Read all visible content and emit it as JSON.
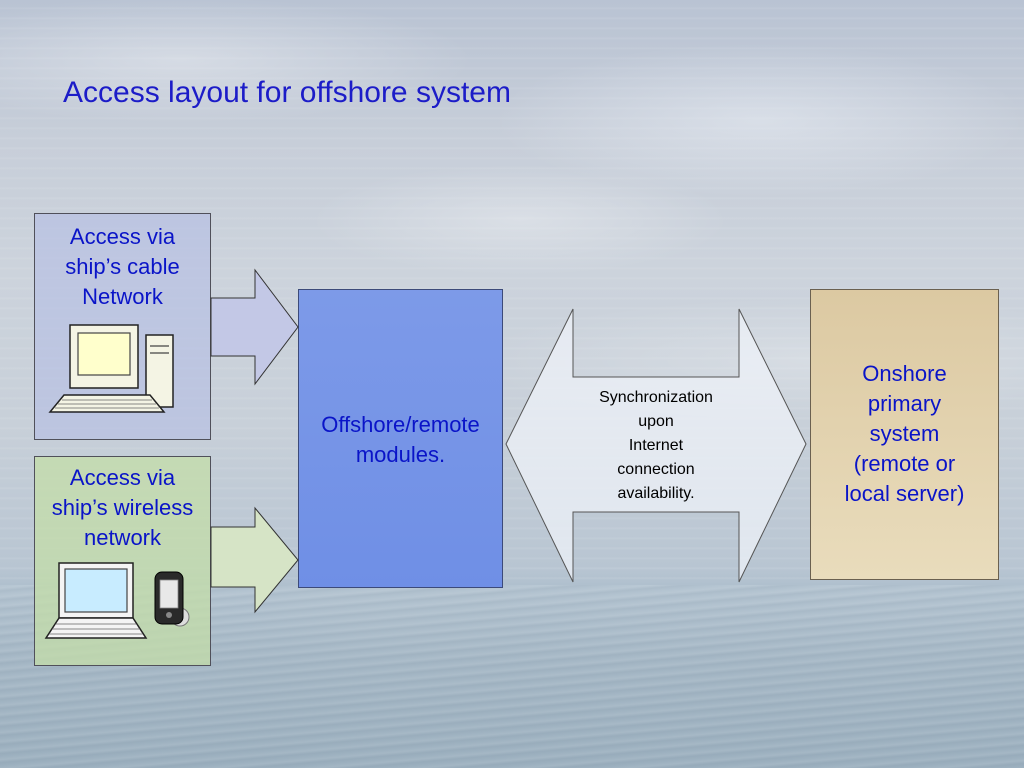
{
  "slide": {
    "title": "Access layout for offshore system"
  },
  "nodes": {
    "cable_access": "Access via\nship’s cable\nNetwork",
    "wireless_access": "Access via\nship’s wireless\nnetwork",
    "offshore": "Offshore/remote\nmodules.",
    "onshore": "Onshore\nprimary\nsystem\n(remote or\nlocal server)"
  },
  "connector": {
    "sync_label": "Synchronization\nupon\nInternet\nconnection\navailability."
  },
  "icons": [
    "desktop-computer-icon",
    "laptop-icon",
    "pda-icon"
  ],
  "colors": {
    "title_text": "#1c1cc8",
    "label_text": "#0a14c8",
    "offshore_fill": "#7393e6",
    "onshore_fill": "#e2d2ae",
    "cable_fill": "#b2bce6",
    "wireless_fill": "#c4dea8"
  }
}
